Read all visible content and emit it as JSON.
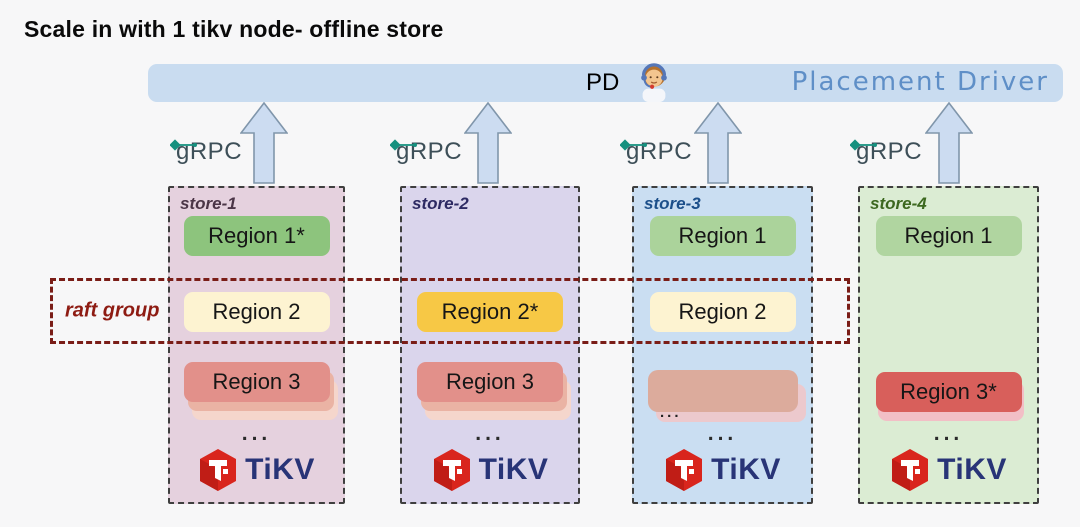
{
  "title": "Scale in with 1 tikv node- offline store",
  "pd": {
    "label": "PD",
    "emoji_name": "support-agent-emoji",
    "placement_label": "Placement Driver"
  },
  "raft_group": {
    "label": "raft group"
  },
  "stores": [
    {
      "name": "store-1",
      "bg": "#e5d1de",
      "label_color": "#4b3547",
      "grpc": "gRPC",
      "region1": {
        "label": "Region 1*",
        "bg": "#8dc47d"
      },
      "region2": {
        "label": "Region 2",
        "bg": "#fdf3d1"
      },
      "region3": {
        "label": "Region 3",
        "bg": "#e2908a"
      },
      "ellipsis": "...",
      "tikv": "TiKV"
    },
    {
      "name": "store-2",
      "bg": "#dad5ec",
      "label_color": "#2d2a63",
      "grpc": "gRPC",
      "region2": {
        "label": "Region 2*",
        "bg": "#f7c845"
      },
      "region3": {
        "label": "Region 3",
        "bg": "#e2908a"
      },
      "ellipsis": "...",
      "tikv": "TiKV"
    },
    {
      "name": "store-3",
      "bg": "#cadef2",
      "label_color": "#1c4f8a",
      "grpc": "gRPC",
      "region1": {
        "label": "Region 1",
        "bg": "#abd39b"
      },
      "region2": {
        "label": "Region 2",
        "bg": "#fdf3d1"
      },
      "region3_faded": {
        "label": "",
        "bg": "#dcab9c",
        "ellipsis": "..."
      },
      "ellipsis": "...",
      "tikv": "TiKV"
    },
    {
      "name": "store-4",
      "bg": "#dbecd3",
      "label_color": "#3c681f",
      "grpc": "gRPC",
      "region1": {
        "label": "Region 1",
        "bg": "#b0d5a0"
      },
      "region3": {
        "label": "Region 3*",
        "bg": "#d85f5b"
      },
      "ellipsis": "...",
      "tikv": "TiKV"
    }
  ],
  "colors": {
    "page_bg": "#f7f7f8",
    "pd_bar_bg": "#c9dcf0",
    "placement_text": "#5f8fc7",
    "arrow_fill": "#ccdcf1",
    "arrow_border": "#8096ab",
    "grpc_text": "#3d4f58",
    "grpc_mark": "#16917f",
    "store_border": "#3f3f3f",
    "raft_border": "#7a1d17",
    "raft_text": "#8e1c13",
    "tikv_text": "#283477",
    "tikv_red": "#d9251d",
    "region_text": "#161616",
    "title_text": "#0a0a0a",
    "ellipsis_text": "#2b2b2b"
  }
}
